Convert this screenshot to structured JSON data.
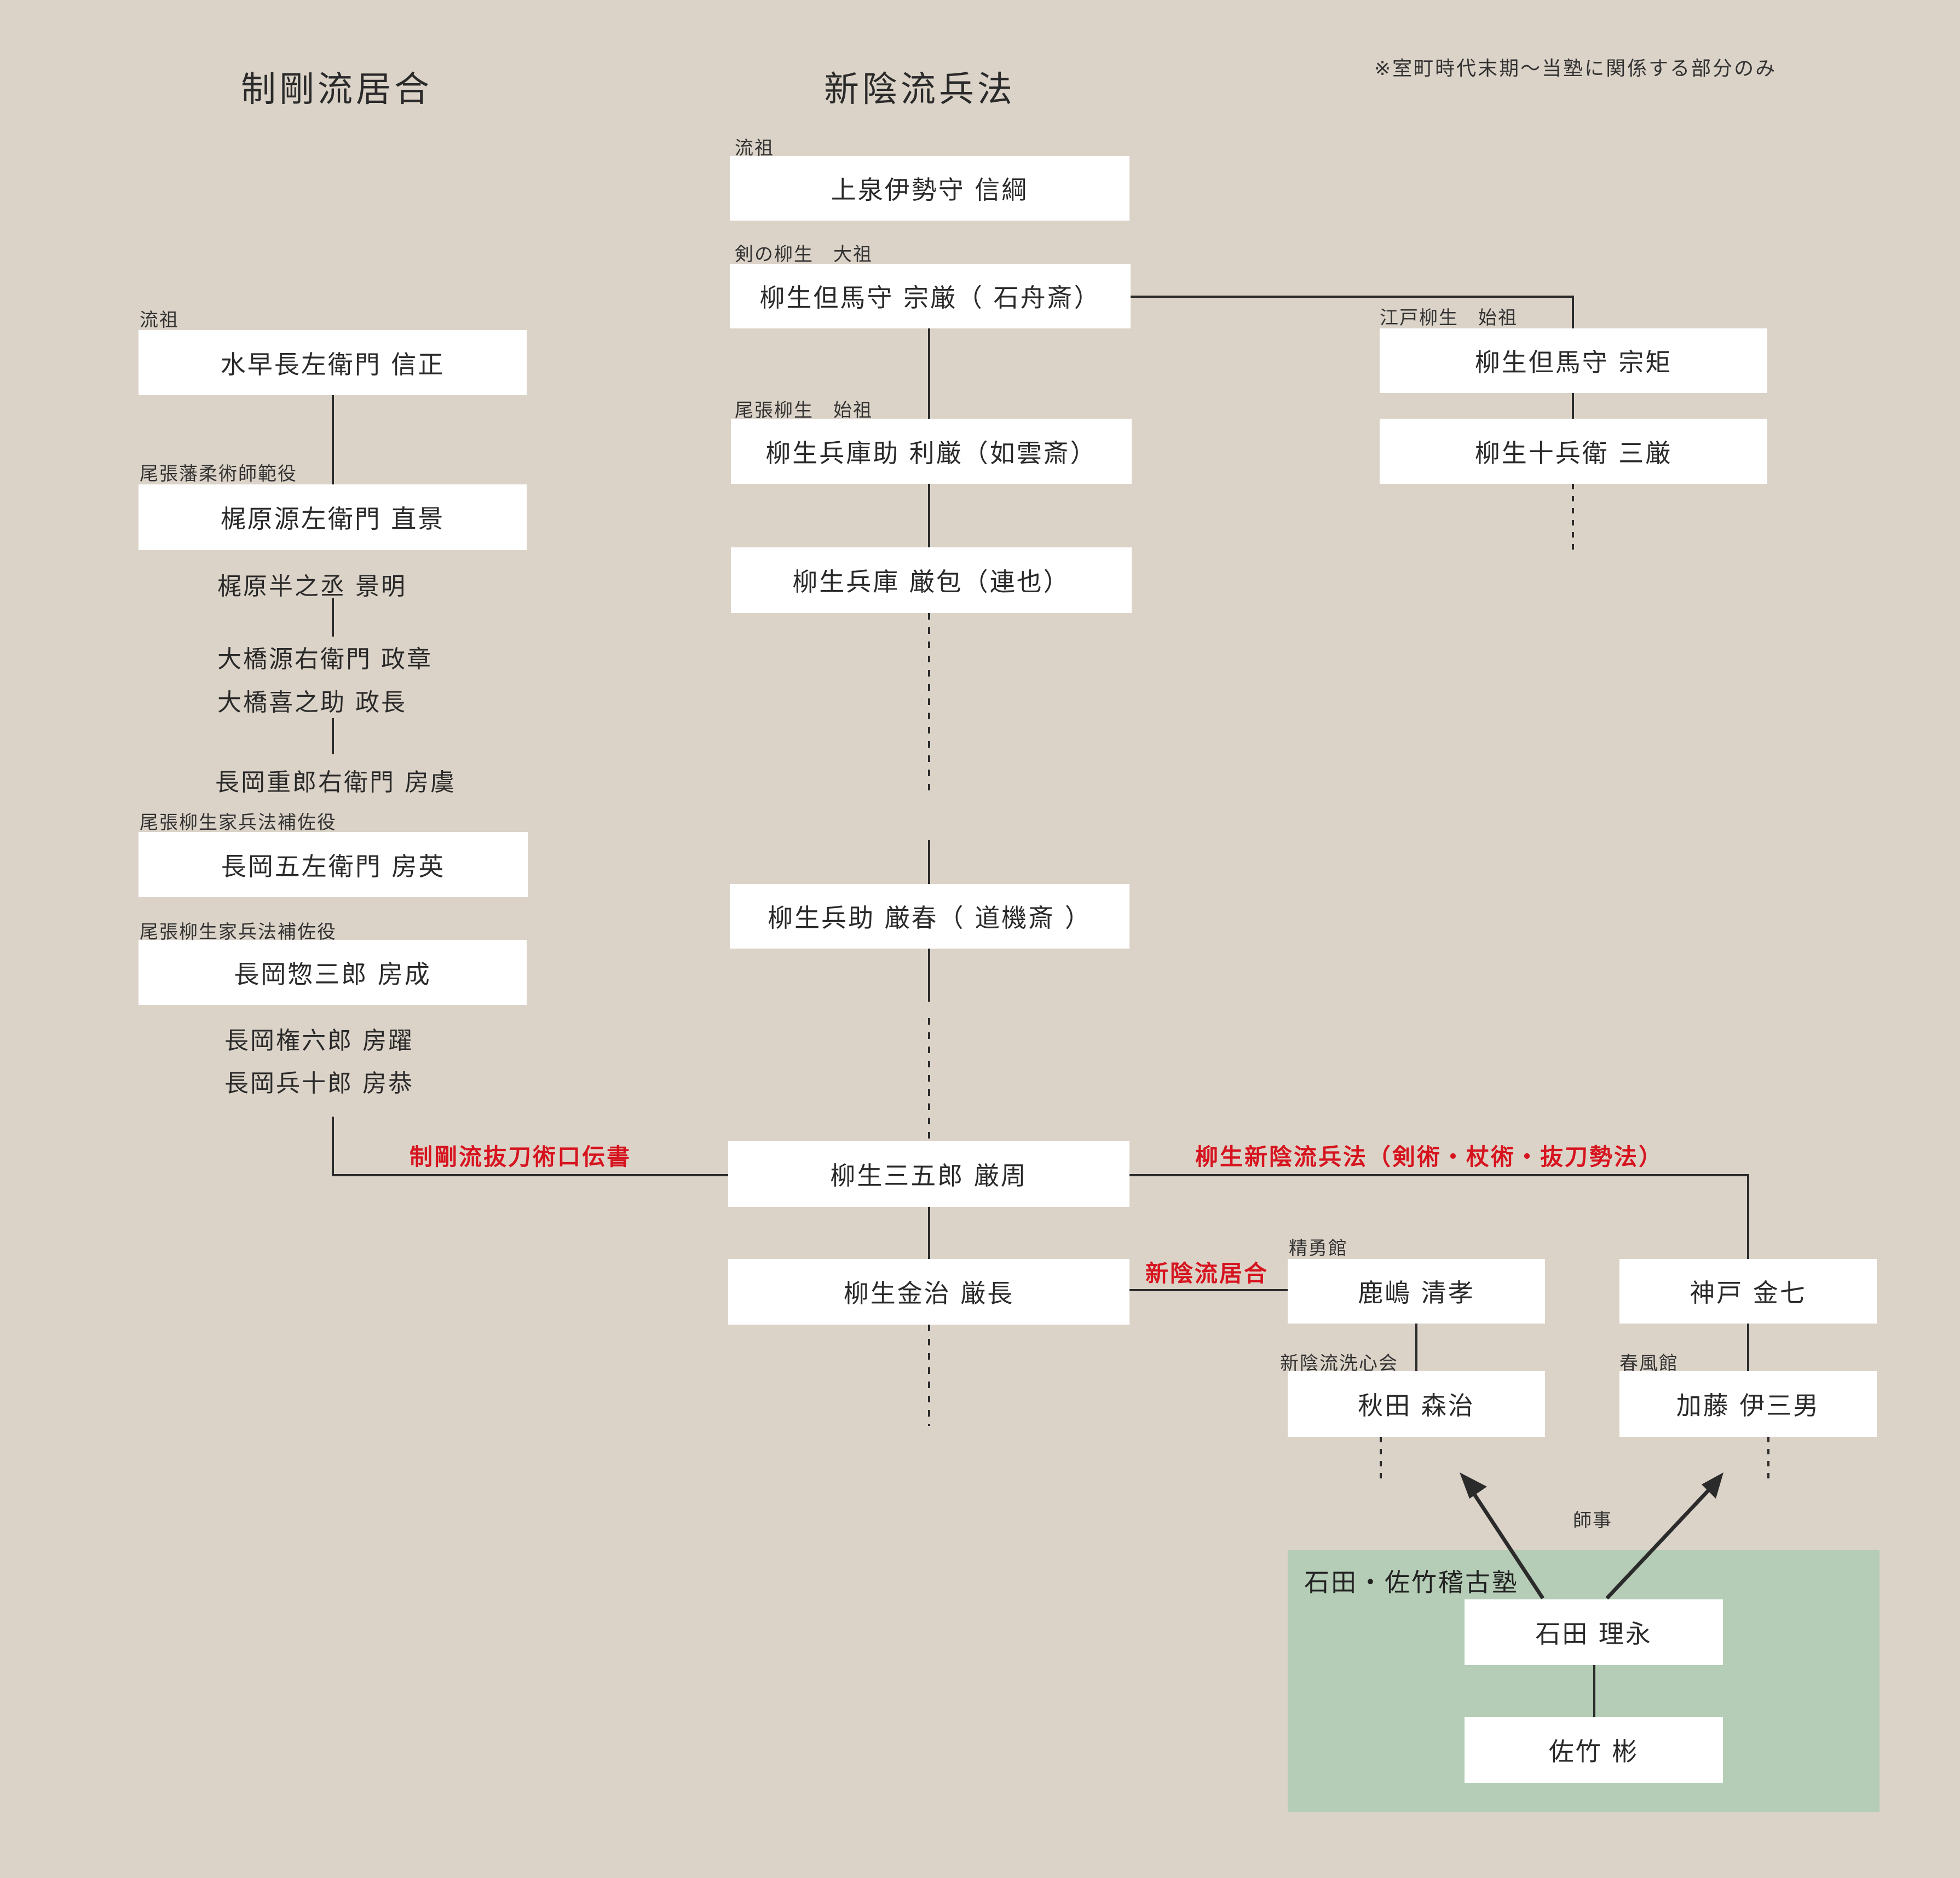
{
  "note": "※室町時代末期〜当塾に関係する部分のみ",
  "headings": {
    "seigo": "制剛流居合",
    "shinkage": "新陰流兵法"
  },
  "shinkage": {
    "founder_label": "流祖",
    "founder": "上泉伊勢守 信綱",
    "taiso_label": "剣の柳生　大祖",
    "taiso": "柳生但馬守 宗厳（ 石舟斎）",
    "owari_label": "尾張柳生　始祖",
    "toshitoshi": "柳生兵庫助 利厳（如雲斎）",
    "toshikane": "柳生兵庫 厳包（連也）",
    "toshiharu": "柳生兵助 厳春（ 道機斎 ）",
    "toshichika": "柳生三五郎 厳周",
    "toshinaga": "柳生金治 厳長"
  },
  "edo": {
    "label": "江戸柳生　始祖",
    "munenori": "柳生但馬守 宗矩",
    "mitsuyoshi": "柳生十兵衛 三厳"
  },
  "seigo": {
    "founder_label": "流祖",
    "founder": "水早長左衛門 信正",
    "kajiwara_label": "尾張藩柔術師範役",
    "kajiwara": "梶原源左衛門 直景",
    "kajiwara2": "梶原半之丞 景明",
    "ohashi1": "大橋源右衛門 政章",
    "ohashi2": "大橋喜之助 政長",
    "nagaoka1": "長岡重郎右衛門 房虞",
    "nagaoka2_label": "尾張柳生家兵法補佐役",
    "nagaoka2": "長岡五左衛門 房英",
    "nagaoka3_label": "尾張柳生家兵法補佐役",
    "nagaoka3": "長岡惣三郎 房成",
    "nagaoka4": "長岡権六郎 房躍",
    "nagaoka5": "長岡兵十郎 房恭"
  },
  "transmissions": {
    "seigo_batto": "制剛流抜刀術口伝書",
    "yagyu_heiho": "柳生新陰流兵法（剣術・杖術・抜刀勢法）",
    "shinkage_iai": "新陰流居合"
  },
  "modern": {
    "seiyukan_label": "精勇館",
    "kashima": "鹿嶋 清孝",
    "senshinkai_label": "新陰流洗心会",
    "akita": "秋田 森治",
    "kanbe": "神戸 金七",
    "shunpukan_label": "春風館",
    "kato": "加藤 伊三男",
    "shiji_label": "師事"
  },
  "dojo": {
    "title": "石田・佐竹稽古塾",
    "ishida": "石田 理永",
    "satake": "佐竹 彬",
    "color": "#b5cdb6"
  },
  "colors": {
    "background": "#dcd3c8",
    "box": "#ffffff",
    "line": "#2b2b2b",
    "red": "#d6141f"
  }
}
